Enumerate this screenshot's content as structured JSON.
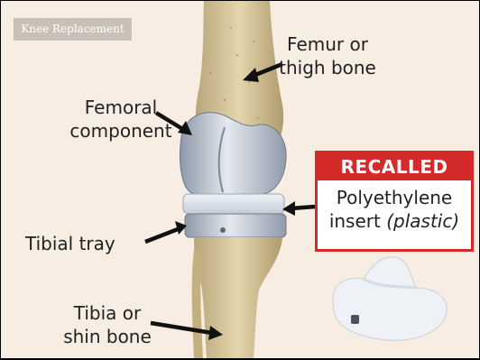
{
  "tag": {
    "label": "Knee Replacement"
  },
  "labels": {
    "femur_line1": "Femur or",
    "femur_line2": "thigh bone",
    "femoral_line1": "Femoral",
    "femoral_line2": "component",
    "tibial_tray": "Tibial tray",
    "tibia_line1": "Tibia or",
    "tibia_line2": "shin bone"
  },
  "callout": {
    "badge": "RECALLED",
    "line1": "Polyethylene",
    "line2_plain": "insert ",
    "line2_italic": "(plastic)"
  },
  "colors": {
    "background": "#f7ede3",
    "bone": "#d8c89a",
    "metal": "#bcc6d2",
    "alert_red": "#d32a2a"
  },
  "icons": [
    "arrow-icon"
  ]
}
